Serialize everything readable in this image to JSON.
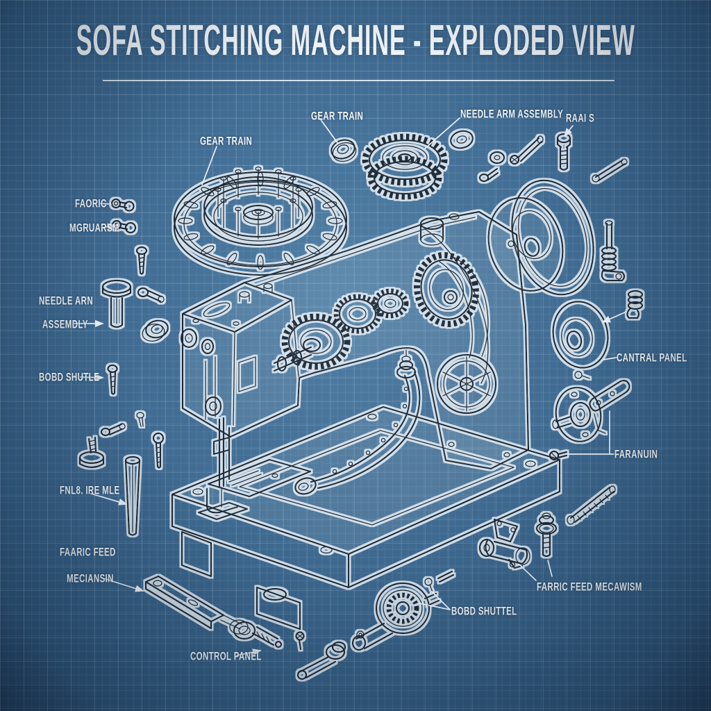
{
  "title": {
    "text": "SOFA STITCHING MACHINE - EXPLODED VIEW"
  },
  "diagram": {
    "style": "blueprint",
    "subject": "sofa stitching machine exploded view illustration"
  },
  "colors": {
    "background": "#3f6a90",
    "background_edge": "#284a6c",
    "grid_line": "#cde4f3",
    "line_art": "#1b2938",
    "line_halo": "#e9f1f7",
    "label_text": "#f2f6f9"
  },
  "labels": [
    {
      "id": "gear-train-left",
      "text": "GEAR TRAIN"
    },
    {
      "id": "gear-train-top",
      "text": "GEAR TRAIN"
    },
    {
      "id": "needle-arm-assembly-top",
      "text": "NEEDLE ARM ASSEMBLY"
    },
    {
      "id": "raai-s",
      "text": "RAAI S"
    },
    {
      "id": "faoric",
      "text": "FAORIC"
    },
    {
      "id": "mgruarsm",
      "text": "MGRUARSM"
    },
    {
      "id": "needle-arn",
      "text": "NEEDLE ARN"
    },
    {
      "id": "assemdly",
      "text": "ASSEMDLY"
    },
    {
      "id": "bobd-shutle",
      "text": "BOBD SHUTLE"
    },
    {
      "id": "fnl8-ire-mle",
      "text": "FNL8. IRE MLE"
    },
    {
      "id": "faaric-feed",
      "text": "FAARIC FEED"
    },
    {
      "id": "mecian-sin",
      "text": "MECIANSIN"
    },
    {
      "id": "control-panel",
      "text": "CONTROL PANEL"
    },
    {
      "id": "bobd-shuttel",
      "text": "BOBD SHUTTEL"
    },
    {
      "id": "farric-feed-mecawism",
      "text": "FARRIC FEED MECAWISM"
    },
    {
      "id": "cantral-panel",
      "text": "CANTRAL PANEL"
    },
    {
      "id": "faranuin",
      "text": "FARANUIN"
    }
  ]
}
